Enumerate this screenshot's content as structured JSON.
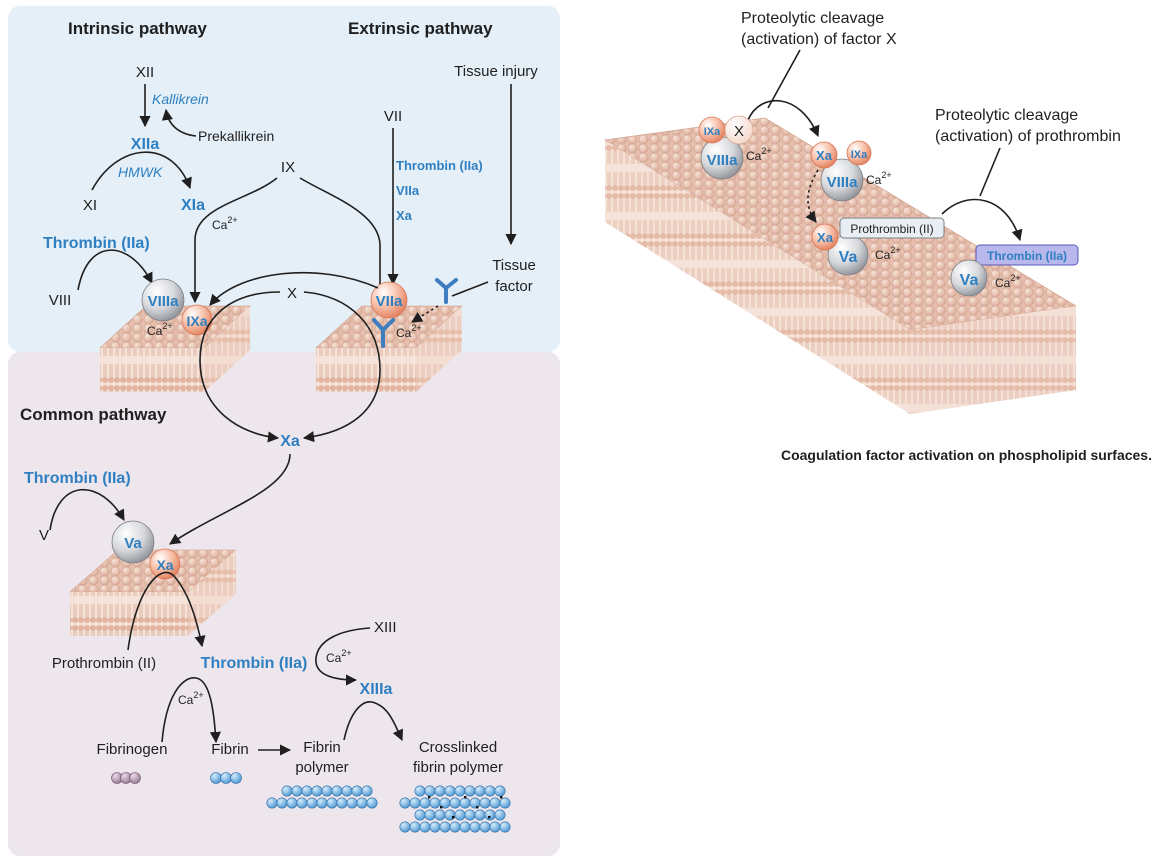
{
  "left_panel": {
    "headings": {
      "intrinsic": "Intrinsic pathway",
      "extrinsic": "Extrinsic pathway",
      "common": "Common pathway"
    },
    "labels": {
      "xii": "XII",
      "kallikrein": "Kallikrein",
      "prekallikrein": "Prekallikrein",
      "xiia": "XIIa",
      "hmwk": "HMWK",
      "xi": "XI",
      "xia": "XIa",
      "ix": "IX",
      "ca_ix": "Ca",
      "thrombin_intrinsic": "Thrombin (IIa)",
      "viii": "VIII",
      "viiia": "VIIIa",
      "ixa": "IXa",
      "ca_tenase": "Ca",
      "x": "X",
      "vii": "VII",
      "thrombin_ext": "Thrombin (IIa)",
      "viia_act": "VIIa",
      "xa_act": "Xa",
      "tissue_injury": "Tissue injury",
      "tissue_factor_1": "Tissue",
      "tissue_factor_2": "factor",
      "viia": "VIIa",
      "ca_ext": "Ca",
      "xa_common": "Xa",
      "thrombin_common": "Thrombin (IIa)",
      "v": "V",
      "va": "Va",
      "xa_pro": "Xa",
      "prothrombin": "Prothrombin (II)",
      "thrombin_product": "Thrombin (IIa)",
      "xiii": "XIII",
      "ca_xiii": "Ca",
      "xiiia": "XIIIa",
      "ca_fib": "Ca",
      "fibrinogen": "Fibrinogen",
      "fibrin": "Fibrin",
      "fibrin_polymer_1": "Fibrin",
      "fibrin_polymer_2": "polymer",
      "crosslinked_1": "Crosslinked",
      "crosslinked_2": "fibrin polymer",
      "sup": "2+"
    }
  },
  "right_panel": {
    "cleavage_x_1": "Proteolytic cleavage",
    "cleavage_x_2": "(activation) of factor X",
    "cleavage_pro_1": "Proteolytic cleavage",
    "cleavage_pro_2": "(activation) of prothrombin",
    "ixa_1": "IXa",
    "x_1": "X",
    "viiia_1": "VIIIa",
    "ca_1": "Ca",
    "xa_2": "Xa",
    "ixa_2": "IXa",
    "viiia_2": "VIIIa",
    "ca_2": "Ca",
    "xa_3": "Xa",
    "prothrombin_tag": "Prothrombin (II)",
    "va_3": "Va",
    "ca_3": "Ca",
    "thrombin_tag": "Thrombin (IIa)",
    "va_4": "Va",
    "ca_4": "Ca",
    "sup": "2+",
    "caption": "Coagulation factor activation on phospholipid surfaces."
  },
  "colors": {
    "factor_blue": "#2f7fc1",
    "activated_factor": "#f4a88c",
    "cofactor_grey": "#c9ccd1",
    "membrane": "#e9c5b3",
    "intrinsic_bg": "#e4eff7",
    "common_bg": "#ede5ec",
    "fibrinogen": "#a98ba8",
    "fibrin": "#6fb0e2"
  }
}
